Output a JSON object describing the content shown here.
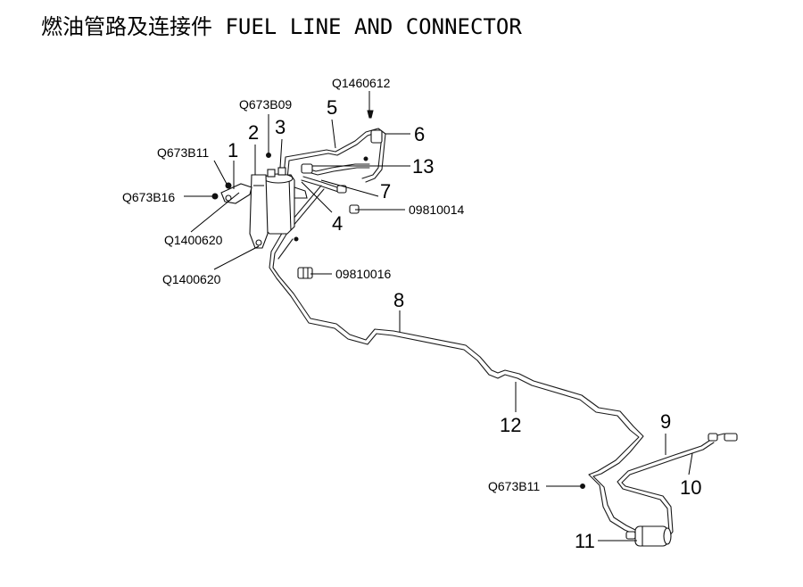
{
  "title": "燃油管路及连接件 FUEL LINE AND CONNECTOR",
  "callouts": {
    "q1460612": "Q1460612",
    "q673b09": "Q673B09",
    "q673b11_top": "Q673B11",
    "q673b16": "Q673B16",
    "q1400620_a": "Q1400620",
    "q1400620_b": "Q1400620",
    "p09810014": "09810014",
    "p09810016": "09810016",
    "q673b11_bottom": "Q673B11",
    "n1": "1",
    "n2": "2",
    "n3": "3",
    "n4": "4",
    "n5": "5",
    "n6": "6",
    "n7": "7",
    "n8": "8",
    "n9": "9",
    "n10": "10",
    "n11": "11",
    "n12": "12",
    "n13": "13"
  }
}
